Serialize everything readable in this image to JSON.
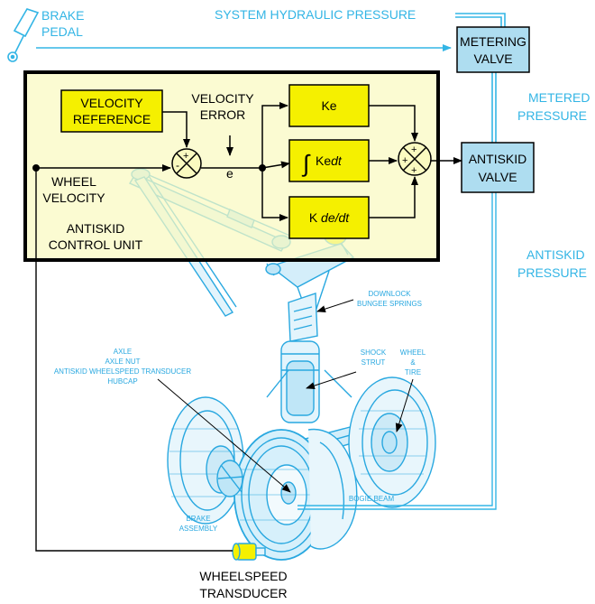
{
  "colors": {
    "hydraulic_line": "#33b5e5",
    "valve_fill": "#aeddf0",
    "control_unit_fill": "#fafac0",
    "block_fill": "#f5f000",
    "gear_line": "#29a8e0",
    "signal_line": "#000000"
  },
  "labels": {
    "brake": "BRAKE",
    "pedal": "PEDAL",
    "system_pressure": "SYSTEM HYDRAULIC PRESSURE",
    "metering_1": "METERING",
    "metering_2": "VALVE",
    "metered_1": "METERED",
    "metered_2": "PRESSURE",
    "antiskid_valve_1": "ANTISKID",
    "antiskid_valve_2": "VALVE",
    "antiskid_pressure_1": "ANTISKID",
    "antiskid_pressure_2": "PRESSURE",
    "velocity_ref_1": "VELOCITY",
    "velocity_ref_2": "REFERENCE",
    "velocity_error_1": "VELOCITY",
    "velocity_error_2": "ERROR",
    "e": "e",
    "wheel_velocity_1": "WHEEL",
    "wheel_velocity_2": "VELOCITY",
    "control_unit_1": "ANTISKID",
    "control_unit_2": "CONTROL UNIT",
    "ke": "Ke",
    "integral_main": "Ke",
    "integral_dt": "dt",
    "derivative_k": "K ",
    "derivative_frac": "de/dt",
    "sum_plus": "+",
    "sum_minus": "-",
    "downlock_1": "DOWNLOCK",
    "downlock_2": "BUNGEE SPRINGS",
    "shock_1": "SHOCK",
    "shock_2": "STRUT",
    "wheel_tire_1": "WHEEL",
    "wheel_tire_2": "&",
    "wheel_tire_3": "TIRE",
    "axle": "AXLE",
    "axle_nut": "AXLE NUT",
    "transducer_part": "ANTISKID WHEELSPEED TRANSDUCER",
    "hubcap": "HUBCAP",
    "bogie": "BOGIE BEAM",
    "brake_assembly_1": "BRAKE",
    "brake_assembly_2": "ASSEMBLY",
    "wheelspeed_1": "WHEELSPEED",
    "wheelspeed_2": "TRANSDUCER"
  }
}
